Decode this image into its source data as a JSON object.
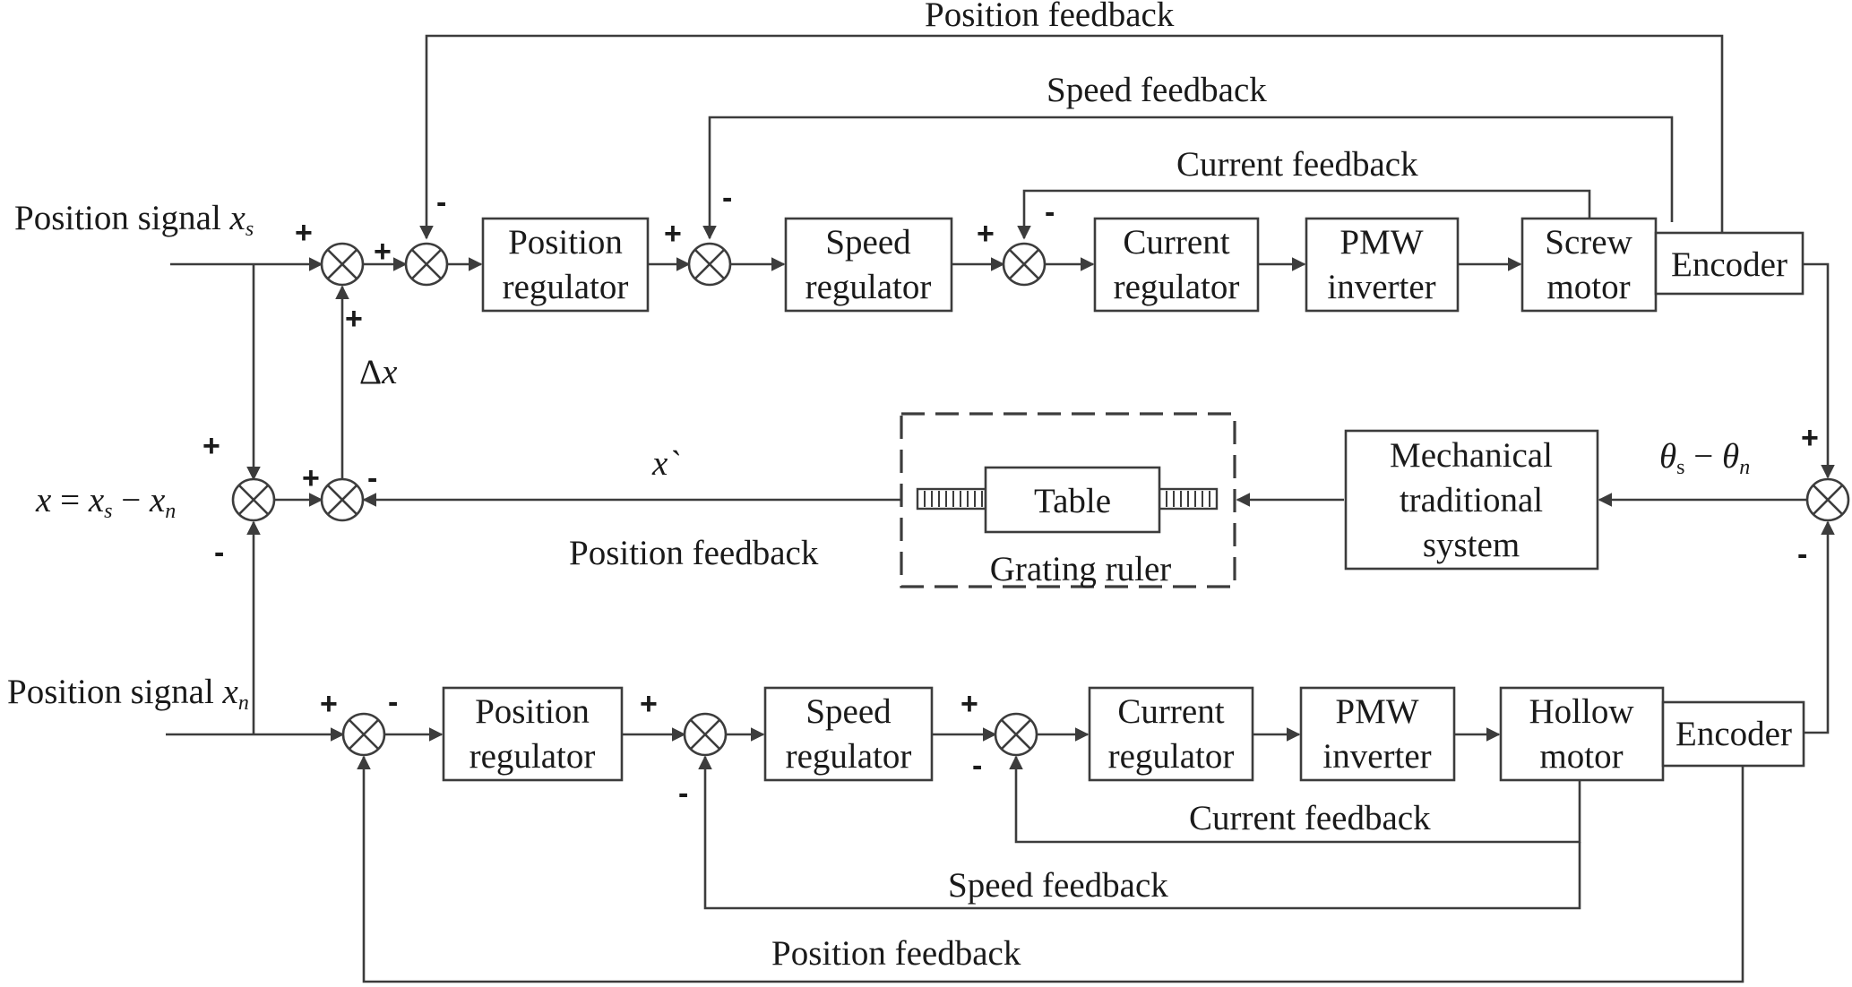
{
  "top_loop": {
    "input_label": "Position signal",
    "input_var": "x",
    "input_sub": "s",
    "blocks": {
      "position": [
        "Position",
        "regulator"
      ],
      "speed": [
        "Speed",
        "regulator"
      ],
      "current": [
        "Current",
        "regulator"
      ],
      "pwm": [
        "PMW",
        "inverter"
      ],
      "motor": [
        "Screw",
        "motor"
      ],
      "encoder": "Encoder"
    },
    "feedback": {
      "position": "Position feedback",
      "speed": "Speed feedback",
      "current": "Current feedback"
    }
  },
  "bottom_loop": {
    "input_label": "Position signal",
    "input_var": "x",
    "input_sub": "n",
    "blocks": {
      "position": [
        "Position",
        "regulator"
      ],
      "speed": [
        "Speed",
        "regulator"
      ],
      "current": [
        "Current",
        "regulator"
      ],
      "pwm": [
        "PMW",
        "inverter"
      ],
      "motor": [
        "Hollow",
        "motor"
      ],
      "encoder": "Encoder"
    },
    "feedback": {
      "position": "Position feedback",
      "speed": "Speed feedback",
      "current": "Current feedback"
    }
  },
  "middle": {
    "error_equation": {
      "lhs": "x",
      "eq": " = ",
      "a": "x",
      "a_sub": "s",
      "minus": " − ",
      "b": "x",
      "b_sub": "n"
    },
    "delta_x": {
      "sym": "Δ",
      "var": "x"
    },
    "x_prime": "x`",
    "theta": {
      "a": "θ",
      "a_sub": "s",
      "minus": " − ",
      "b": "θ",
      "b_sub": "n"
    },
    "mechanical": [
      "Mechanical",
      "traditional",
      "system"
    ],
    "table": "Table",
    "grating": "Grating ruler",
    "position_feedback": "Position feedback"
  },
  "signs": {
    "plus": "+",
    "minus": "-"
  }
}
